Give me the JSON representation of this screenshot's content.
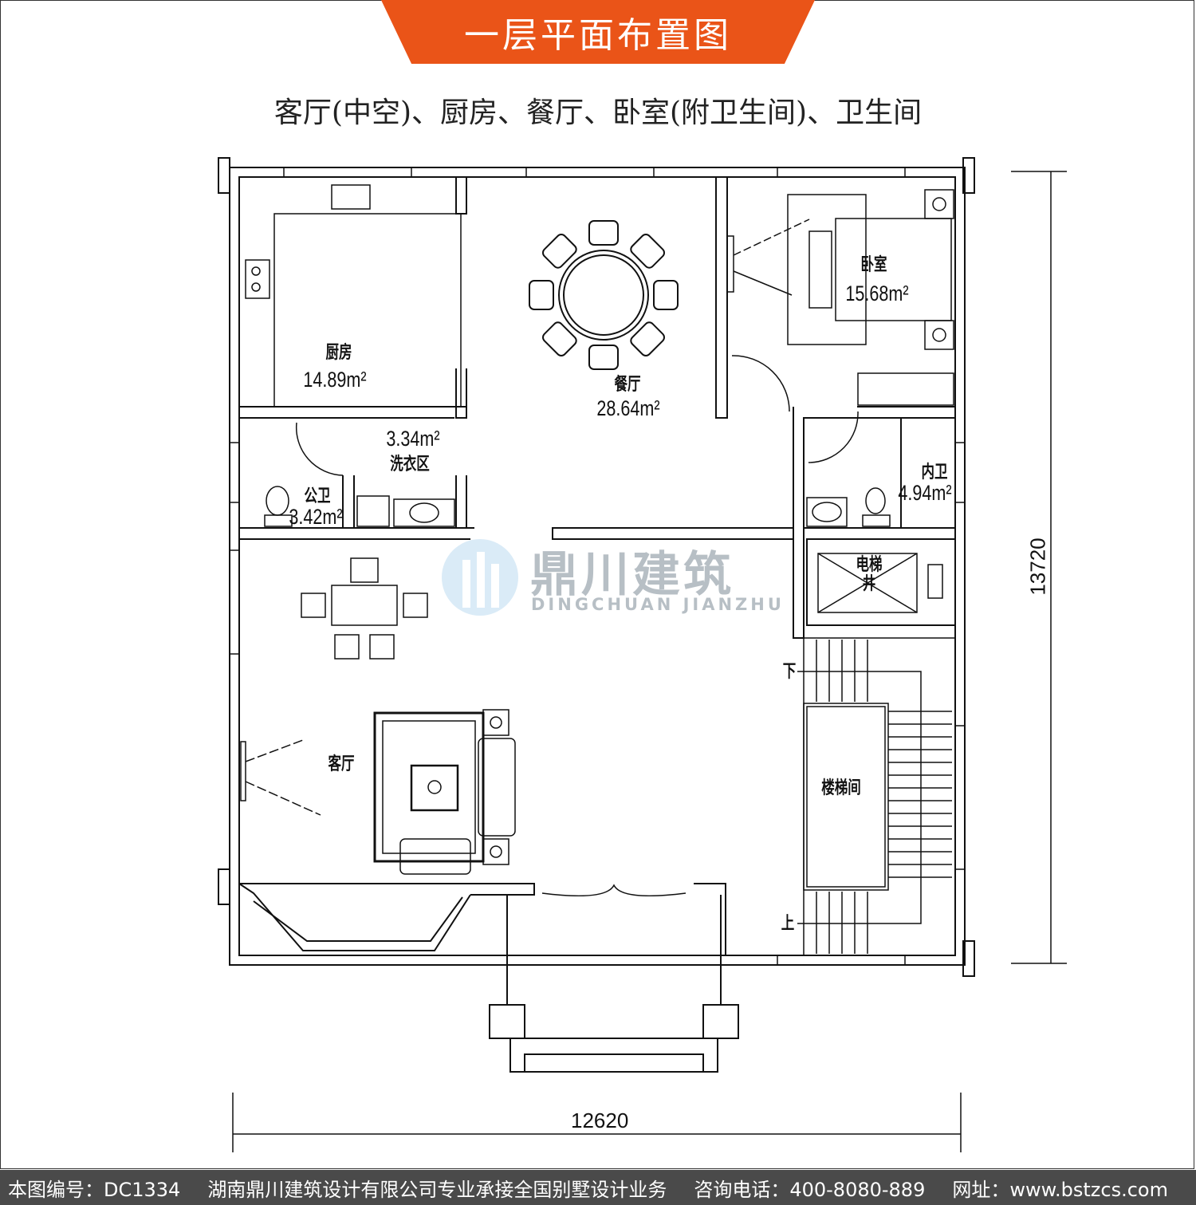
{
  "header": {
    "title": "一层平面布置图",
    "subtitle": "客厅(中空)、厨房、餐厅、卧室(附卫生间)、卫生间"
  },
  "rooms": {
    "kitchen": {
      "name": "厨房",
      "area": "14.89m²"
    },
    "dining": {
      "name": "餐厅",
      "area": "28.64m²"
    },
    "bedroom": {
      "name": "卧室",
      "area": "15.68m²"
    },
    "laundry": {
      "name": "洗衣区",
      "area": "3.34m²"
    },
    "public_bath": {
      "name": "公卫",
      "area": "3.42m²"
    },
    "ensuite_bath": {
      "name": "内卫",
      "area": "4.94m²"
    },
    "elevator": {
      "name": "电梯井"
    },
    "living": {
      "name": "客厅"
    },
    "stair": {
      "name": "楼梯间",
      "down": "下",
      "up": "上"
    }
  },
  "dimensions": {
    "width": "12620",
    "depth": "13720"
  },
  "watermark": {
    "cn": "鼎川建筑",
    "en": "DINGCHUAN JIANZHU"
  },
  "footer": {
    "code": "本图编号：DC1334",
    "company": "湖南鼎川建筑设计有限公司专业承接全国别墅设计业务",
    "phone": "咨询电话：400-8080-889",
    "website": "网址：www.bstzcs.com"
  },
  "colors": {
    "accent": "#ea5418",
    "footer_bg": "#4a4a4a"
  }
}
